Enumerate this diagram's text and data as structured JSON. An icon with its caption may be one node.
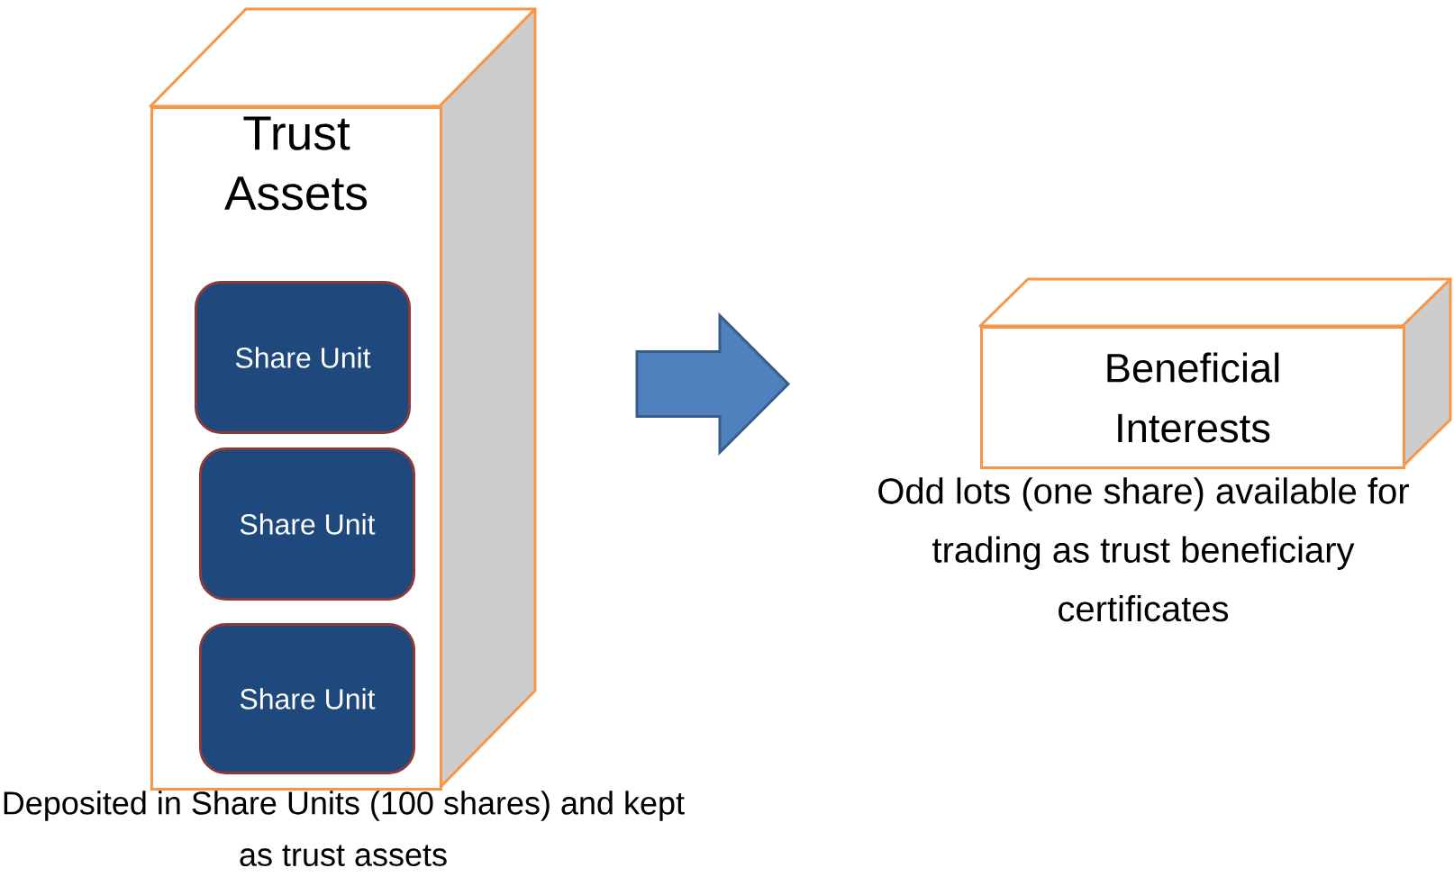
{
  "diagram": {
    "nodes": [
      {
        "text": [
          "Trust Assets"
        ],
        "beside": [
          "Deposited in Share Units (100 shares) and kept as trust assets"
        ]
      },
      {
        "text": [
          "Share Unit"
        ],
        "in": 0
      },
      {
        "text": [
          "Share Unit"
        ],
        "in": 0
      },
      {
        "text": [
          "Share Unit"
        ],
        "in": 0
      },
      {
        "text": [
          "Beneficial Interests"
        ],
        "beside": [
          "Odd lots (one share) available for trading as trust beneficiary certificates"
        ]
      }
    ],
    "edges": [
      {
        "from": 0,
        "to": 4,
        "arrow": "to"
      }
    ]
  }
}
